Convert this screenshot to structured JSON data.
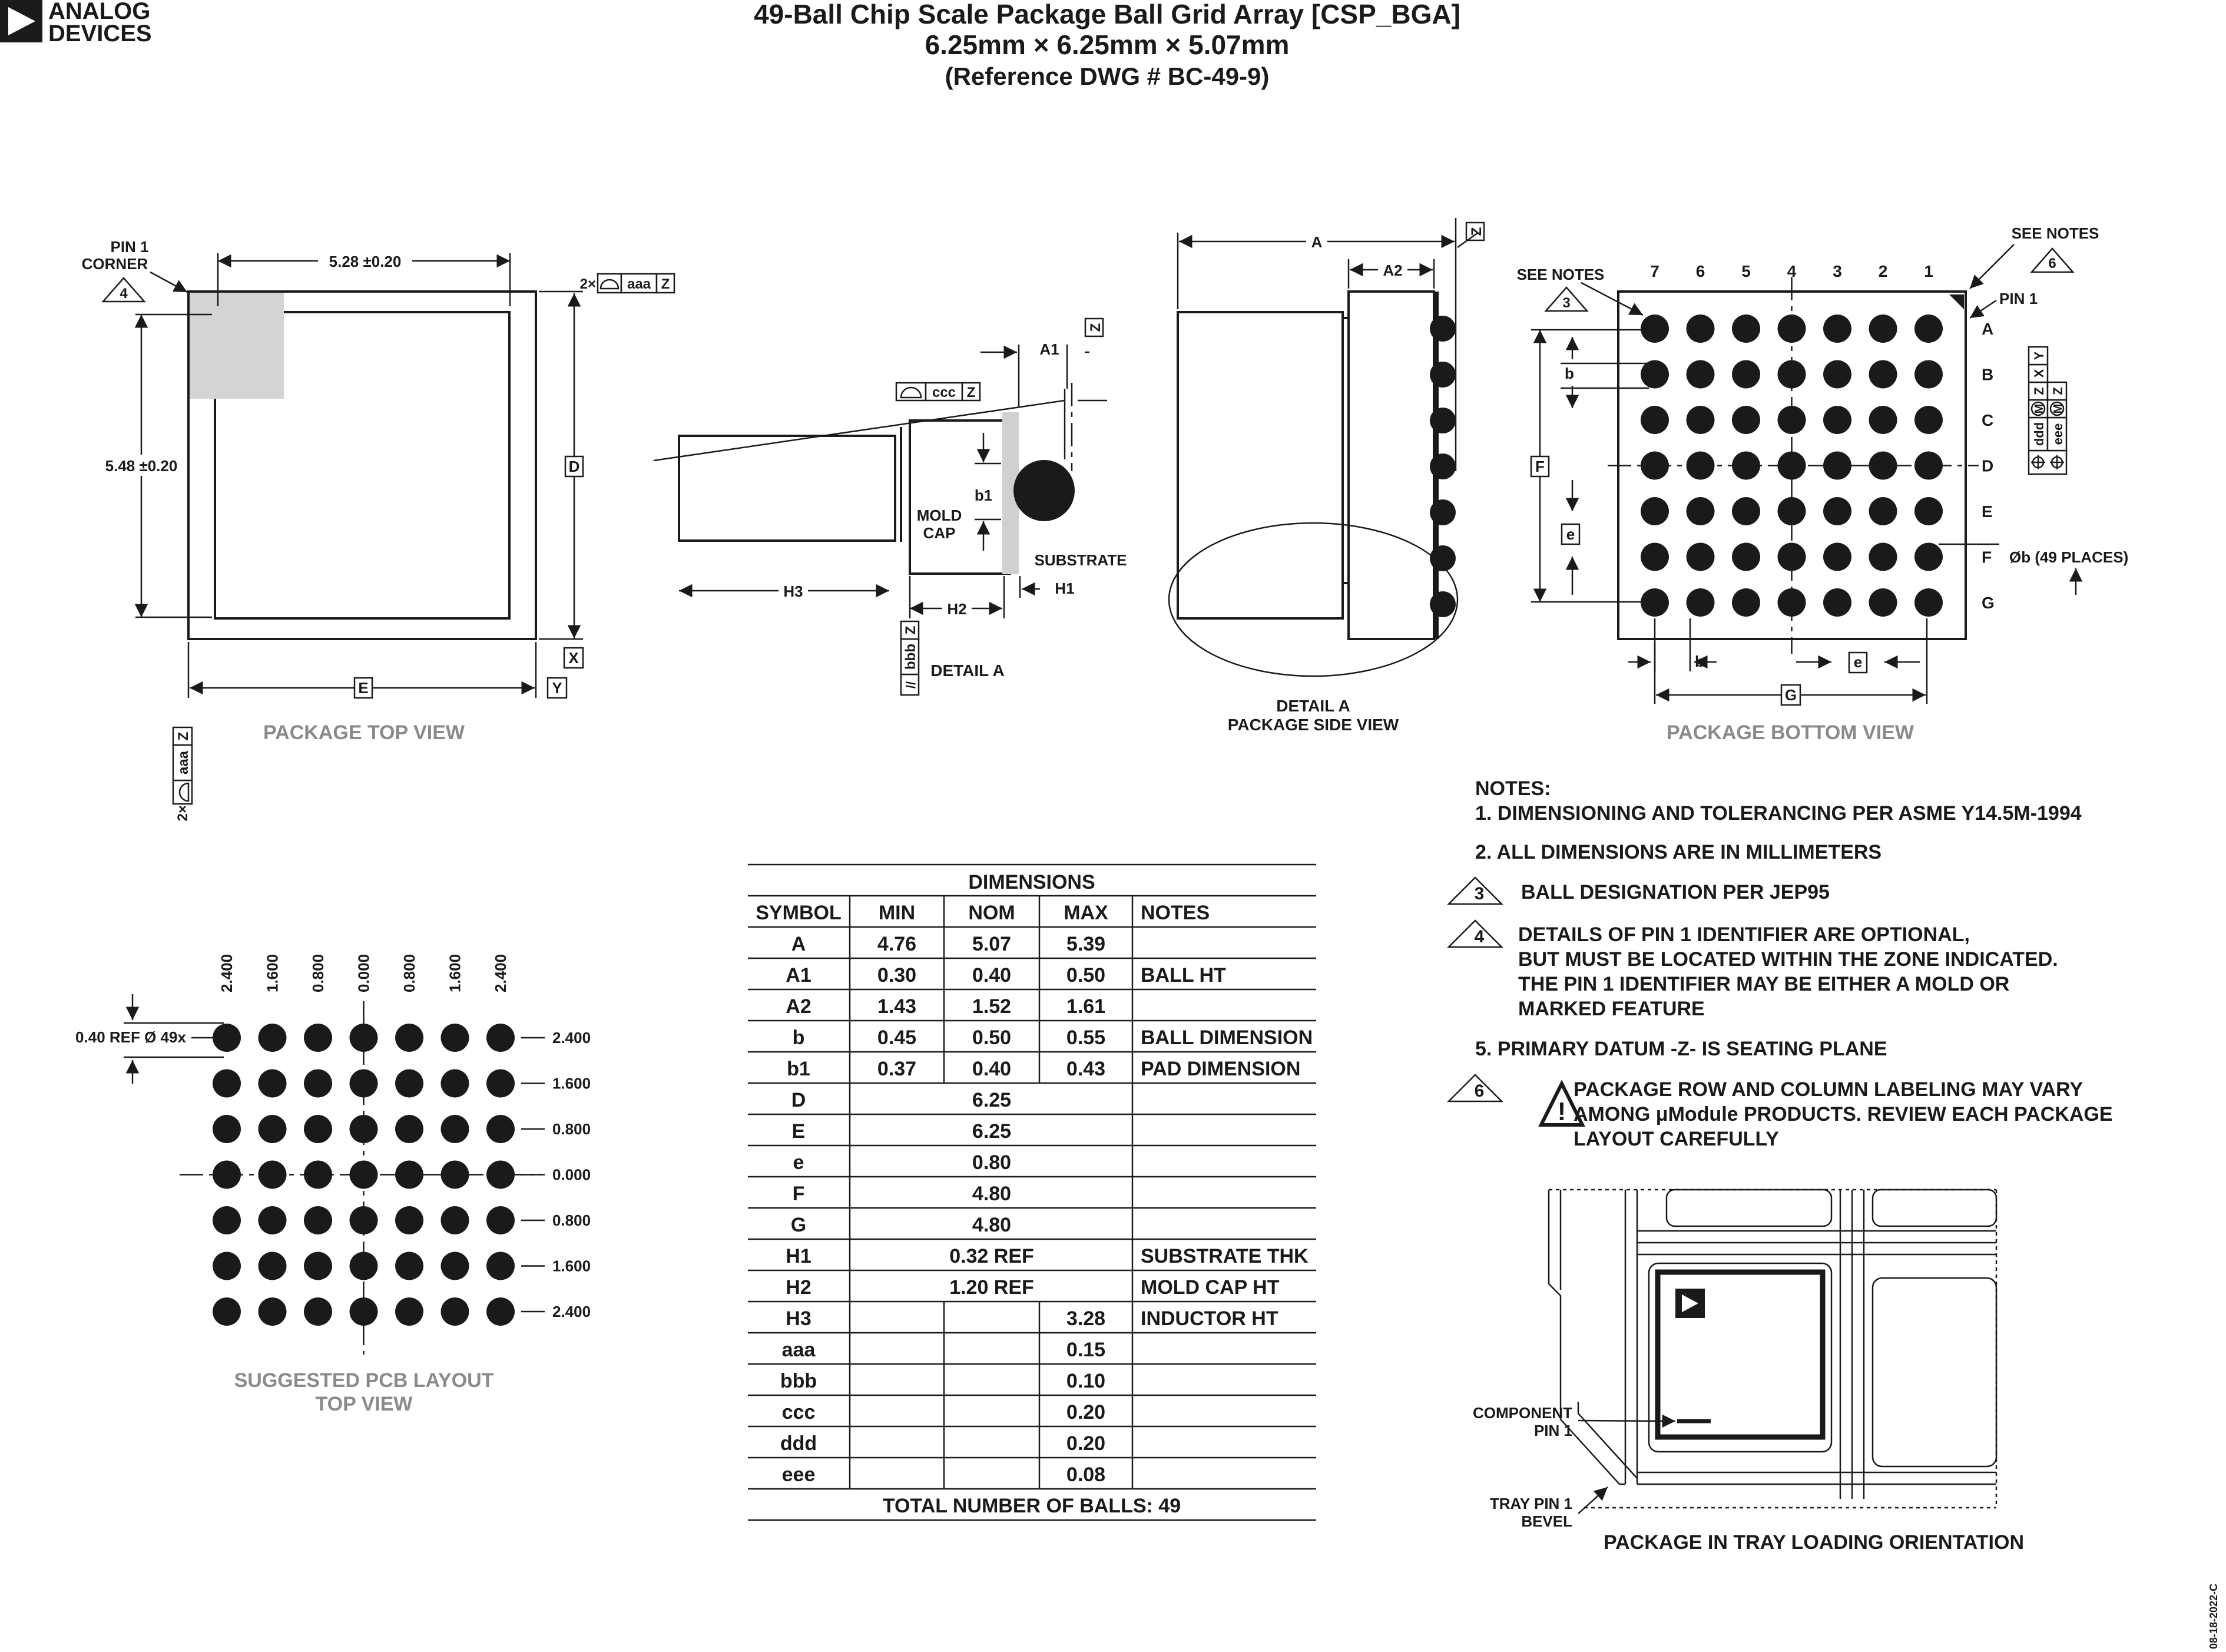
{
  "header": {
    "brand_line1": "ANALOG",
    "brand_line2": "DEVICES",
    "title_line1": "49-Ball Chip Scale Package Ball Grid Array [CSP_BGA]",
    "title_line2": "6.25mm × 6.25mm × 5.07mm",
    "title_line3": "(Reference DWG # BC-49-9)"
  },
  "top_view": {
    "pin1_corner_line1": "PIN 1",
    "pin1_corner_line2": "CORNER",
    "pin1_note_num": "4",
    "width_dim": "5.28 ±0.20",
    "height_dim": "5.48 ±0.20",
    "d_label": "D",
    "e_label": "E",
    "x_label": "X",
    "y_label": "Y",
    "tol_mult": "2×",
    "tol_name": "aaa",
    "tol_datum": "Z",
    "caption": "PACKAGE TOP VIEW"
  },
  "detail_a": {
    "a1_label": "A1",
    "z_label": "Z",
    "ccc_name": "ccc",
    "ccc_datum": "Z",
    "b1_label": "b1",
    "mold_cap_line1": "MOLD",
    "mold_cap_line2": "CAP",
    "substrate": "SUBSTRATE",
    "h3_label": "H3",
    "h2_label": "H2",
    "h1_label": "H1",
    "bbb_sym": "//",
    "bbb_name": "bbb",
    "bbb_datum": "Z",
    "caption": "DETAIL A"
  },
  "side_view": {
    "a_label": "A",
    "a2_label": "A2",
    "z_label": "Z",
    "caption_line1": "DETAIL A",
    "caption_line2": "PACKAGE SIDE VIEW"
  },
  "bottom_view": {
    "see_notes_3": "SEE NOTES",
    "note3_num": "3",
    "see_notes_6": "SEE NOTES",
    "note6_num": "6",
    "pin1": "PIN 1",
    "columns": [
      "7",
      "6",
      "5",
      "4",
      "3",
      "2",
      "1"
    ],
    "rows": [
      "A",
      "B",
      "C",
      "D",
      "E",
      "F",
      "G"
    ],
    "b_label": "b",
    "e_label": "e",
    "f_label": "F",
    "g_label": "G",
    "ball_note": "Øb (49 PLACES)",
    "fcf_ddd": "ddd",
    "fcf_eee": "eee",
    "fcf_m": "M",
    "fcf_z": "Z",
    "fcf_x": "X",
    "fcf_y": "Y",
    "caption": "PACKAGE BOTTOM VIEW"
  },
  "pcb_layout": {
    "column_values": [
      "2.400",
      "1.600",
      "0.800",
      "0.000",
      "0.800",
      "1.600",
      "2.400"
    ],
    "row_values": [
      "2.400",
      "1.600",
      "0.800",
      "0.000",
      "0.800",
      "1.600",
      "2.400"
    ],
    "ref_note": "0.40 REF Ø 49x",
    "caption_line1": "SUGGESTED PCB LAYOUT",
    "caption_line2": "TOP VIEW"
  },
  "dimensions_table": {
    "title": "DIMENSIONS",
    "headers": [
      "SYMBOL",
      "MIN",
      "NOM",
      "MAX",
      "NOTES"
    ],
    "rows": [
      [
        "A",
        "4.76",
        "5.07",
        "5.39",
        ""
      ],
      [
        "A1",
        "0.30",
        "0.40",
        "0.50",
        "BALL HT"
      ],
      [
        "A2",
        "1.43",
        "1.52",
        "1.61",
        ""
      ],
      [
        "b",
        "0.45",
        "0.50",
        "0.55",
        "BALL DIMENSION"
      ],
      [
        "b1",
        "0.37",
        "0.40",
        "0.43",
        "PAD DIMENSION"
      ],
      [
        "D",
        "",
        "6.25",
        "",
        ""
      ],
      [
        "E",
        "",
        "6.25",
        "",
        ""
      ],
      [
        "e",
        "",
        "0.80",
        "",
        ""
      ],
      [
        "F",
        "",
        "4.80",
        "",
        ""
      ],
      [
        "G",
        "",
        "4.80",
        "",
        ""
      ],
      [
        "H1",
        "",
        "0.32 REF",
        "",
        "SUBSTRATE THK"
      ],
      [
        "H2",
        "",
        "1.20 REF",
        "",
        "MOLD CAP HT"
      ],
      [
        "H3",
        "",
        "",
        "3.28",
        "INDUCTOR HT"
      ],
      [
        "aaa",
        "",
        "",
        "0.15",
        ""
      ],
      [
        "bbb",
        "",
        "",
        "0.10",
        ""
      ],
      [
        "ccc",
        "",
        "",
        "0.20",
        ""
      ],
      [
        "ddd",
        "",
        "",
        "0.20",
        ""
      ],
      [
        "eee",
        "",
        "",
        "0.08",
        ""
      ]
    ],
    "footer": "TOTAL NUMBER OF BALLS: 49"
  },
  "notes": {
    "heading": "NOTES:",
    "note1": "1. DIMENSIONING AND TOLERANCING PER ASME Y14.5M-1994",
    "note2": "2. ALL DIMENSIONS ARE IN MILLIMETERS",
    "note3_num": "3",
    "note3": "BALL DESIGNATION PER JEP95",
    "note4_num": "4",
    "note4_line1": "DETAILS OF PIN 1 IDENTIFIER ARE OPTIONAL,",
    "note4_line2": "BUT MUST BE LOCATED WITHIN THE ZONE INDICATED.",
    "note4_line3": "THE PIN 1 IDENTIFIER MAY BE EITHER A MOLD OR",
    "note4_line4": "MARKED FEATURE",
    "note5": "5. PRIMARY DATUM -Z- IS SEATING PLANE",
    "note6_num": "6",
    "note6_line1": "PACKAGE ROW AND COLUMN LABELING MAY VARY",
    "note6_line2": "AMONG μModule PRODUCTS. REVIEW EACH PACKAGE",
    "note6_line3": "LAYOUT CAREFULLY"
  },
  "tray": {
    "component_pin1_line1": "COMPONENT",
    "component_pin1_line2": "PIN 1",
    "tray_bevel_line1": "TRAY PIN 1",
    "tray_bevel_line2": "BEVEL",
    "caption": "PACKAGE IN TRAY LOADING ORIENTATION"
  },
  "doc_code": "08-18-2022-C"
}
